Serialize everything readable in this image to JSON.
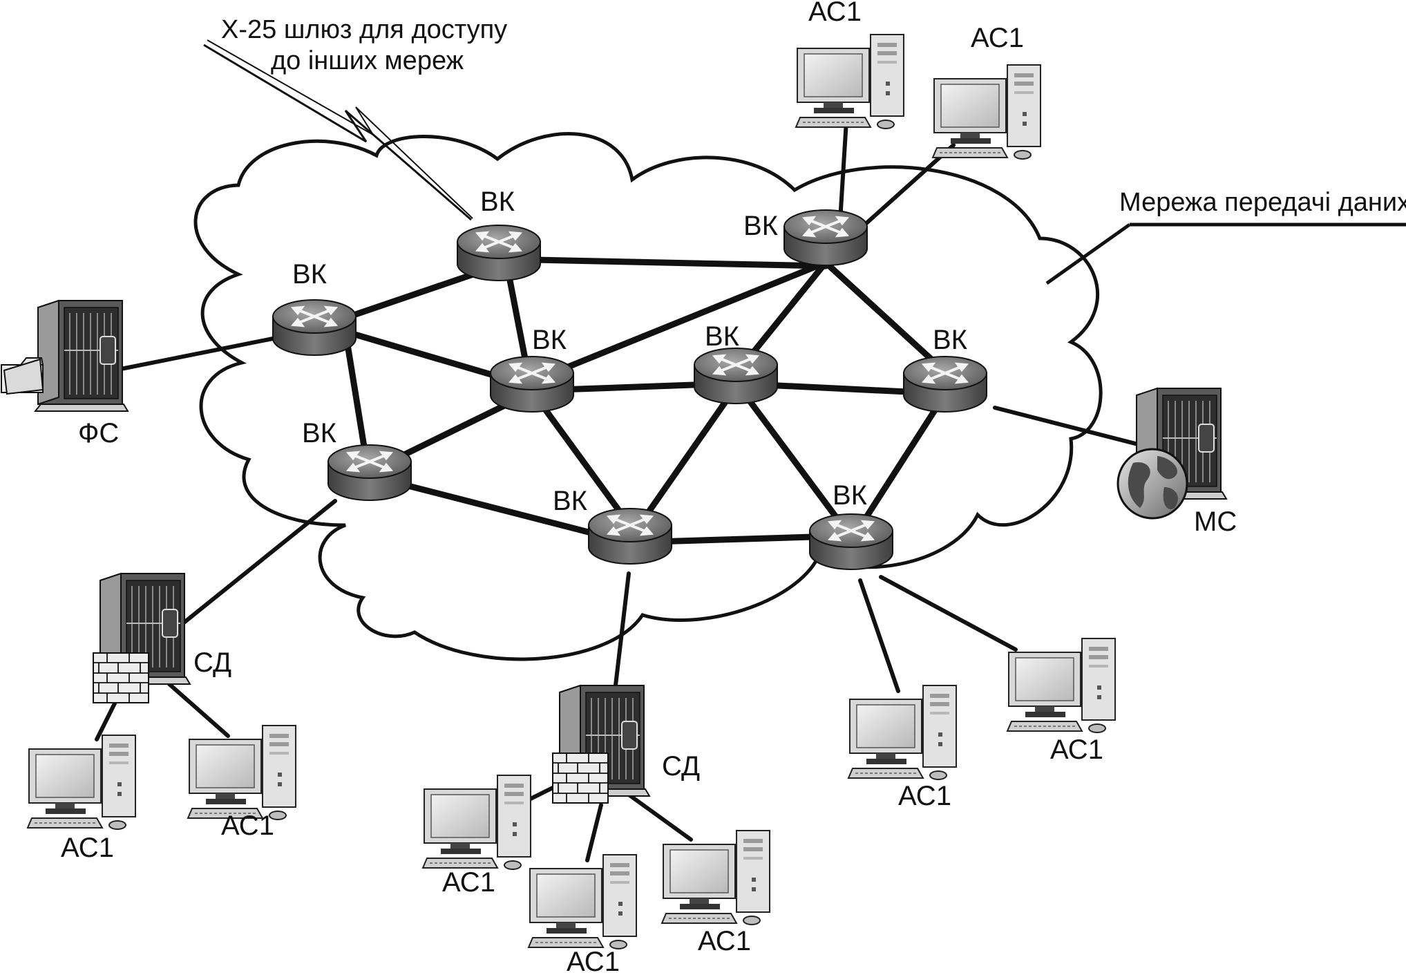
{
  "labels": {
    "router": "ВК",
    "workstation": "АС1",
    "file_server": "ФС",
    "mail_server": "МС",
    "access_server": "СД",
    "network": "Мережа передачі даних",
    "gateway_line1": "X-25 шлюз для доступу",
    "gateway_line2": "до інших мереж"
  },
  "icons": {
    "router": "router-icon",
    "workstation": "desktop-computer-icon",
    "server": "tower-server-icon",
    "firewall": "firewall-brick-icon",
    "globe": "globe-icon",
    "folder": "folder-icon"
  },
  "colors": {
    "outline": "#111111",
    "router_body": "#6f6f6f",
    "server_body": "#555555",
    "background": "#ffffff"
  }
}
